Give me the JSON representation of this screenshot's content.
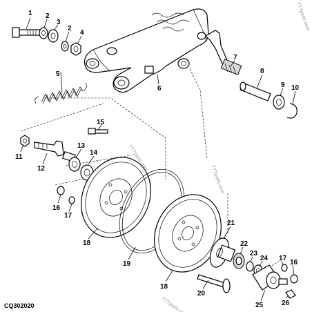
{
  "diagram": {
    "code": "CQ302020",
    "watermarks": [
      "TTTparts.com",
      "TTTparts.com",
      "TTTparts.com",
      "TTTparts.com"
    ],
    "callouts": [
      "1",
      "2",
      "3",
      "2",
      "4",
      "5",
      "6",
      "7",
      "8",
      "9",
      "10",
      "11",
      "12",
      "13",
      "14",
      "15",
      "16",
      "17",
      "18",
      "19",
      "18",
      "20",
      "21",
      "22",
      "23",
      "24",
      "17",
      "16",
      "25",
      "26"
    ]
  }
}
